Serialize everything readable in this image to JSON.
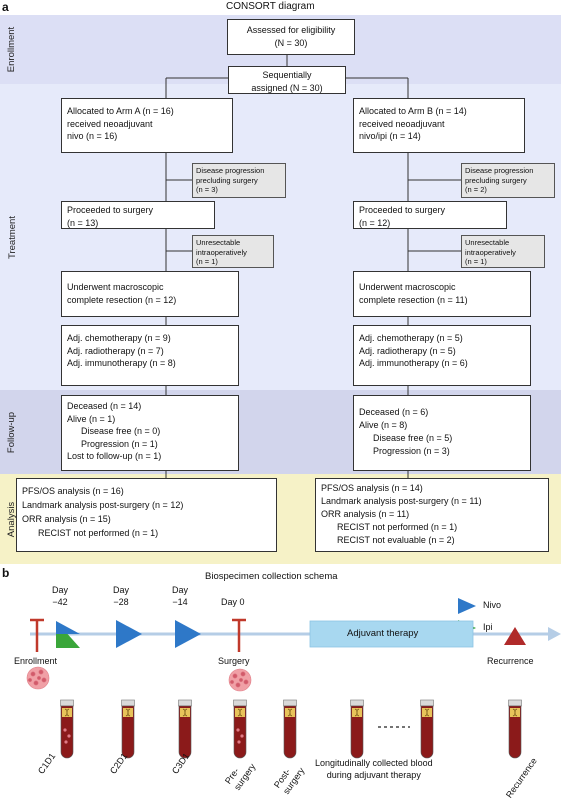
{
  "panel_a": {
    "letter": "a",
    "title": "CONSORT diagram",
    "bands": {
      "enrollment": "Enrollment",
      "treatment": "Treatment",
      "follow_up": "Follow-up",
      "analysis": "Analysis"
    },
    "eligibility": [
      "Assessed for eligibility",
      "(N = 30)"
    ],
    "assigned": [
      "Sequentially",
      "assigned (N = 30)"
    ],
    "arm_a": {
      "allocated": [
        "Allocated to Arm A (n = 16)",
        "received neoadjuvant",
        "nivo (n = 16)"
      ],
      "progression": [
        "Disease progression",
        "precluding surgery",
        "(n = 3)"
      ],
      "surgery": [
        "Proceeded to surgery",
        "(n = 13)"
      ],
      "unresectable": [
        "Unresectable",
        "intraoperatively",
        "(n = 1)"
      ],
      "resection": [
        "Underwent macroscopic",
        "complete resection (n = 12)"
      ],
      "adjuvant": [
        "Adj. chemotherapy (n = 9)",
        "Adj. radiotherapy (n = 7)",
        "Adj. immunotherapy (n = 8)"
      ],
      "followup": [
        "Deceased (n = 14)",
        "Alive (n = 1)",
        "Disease free (n = 0)",
        "Progression (n = 1)",
        "Lost to follow-up (n = 1)"
      ],
      "analysis": [
        "PFS/OS analysis (n = 16)",
        "Landmark analysis post-surgery (n = 12)",
        "ORR analysis (n = 15)",
        "RECIST not performed (n = 1)"
      ]
    },
    "arm_b": {
      "allocated": [
        "Allocated to Arm B (n = 14)",
        "received neoadjuvant",
        "nivo/ipi (n = 14)"
      ],
      "progression": [
        "Disease progression",
        "precluding surgery",
        "(n = 2)"
      ],
      "surgery": [
        "Proceeded to surgery",
        "(n = 12)"
      ],
      "unresectable": [
        "Unresectable",
        "intraoperatively",
        "(n = 1)"
      ],
      "resection": [
        "Underwent macroscopic",
        "complete resection (n = 11)"
      ],
      "adjuvant": [
        "Adj. chemotherapy (n = 5)",
        "Adj. radiotherapy (n = 5)",
        "Adj. immunotherapy (n = 6)"
      ],
      "followup": [
        "Deceased (n = 6)",
        "Alive (n = 8)",
        "Disease free (n = 5)",
        "Progression (n = 3)"
      ],
      "analysis": [
        "PFS/OS analysis (n = 14)",
        "Landmark analysis post-surgery (n = 11)",
        "ORR analysis (n = 11)",
        "RECIST not performed (n = 1)",
        "RECIST not evaluable (n = 2)"
      ]
    }
  },
  "panel_b": {
    "letter": "b",
    "title": "Biospecimen collection schema",
    "legend": {
      "nivo": "Nivo",
      "ipi": "Ipi"
    },
    "days": [
      [
        "Day",
        "−42"
      ],
      [
        "Day",
        "−28"
      ],
      [
        "Day",
        "−14"
      ],
      [
        "Day 0"
      ]
    ],
    "adjuvant_therapy": "Adjuvant therapy",
    "events": {
      "enrollment": "Enrollment",
      "surgery": "Surgery",
      "recurrence": "Recurrence"
    },
    "tube_labels": [
      "C1D1",
      "C2D1",
      "C3D1",
      "Pre-\nsurgery",
      "Post-\nsurgery",
      "Recurrence"
    ],
    "longitudinal": [
      "Longitudinally collected blood",
      "during adjuvant therapy"
    ],
    "colors": {
      "nivo": "#2e78c8",
      "ipi": "#3aa63a",
      "adjuvant": "#a8d8f0",
      "timeline": "#b5cde6",
      "blood": "#8b1a1a",
      "recurrence": "#b02a2a",
      "enrollment_bar": "#c0392b"
    }
  }
}
